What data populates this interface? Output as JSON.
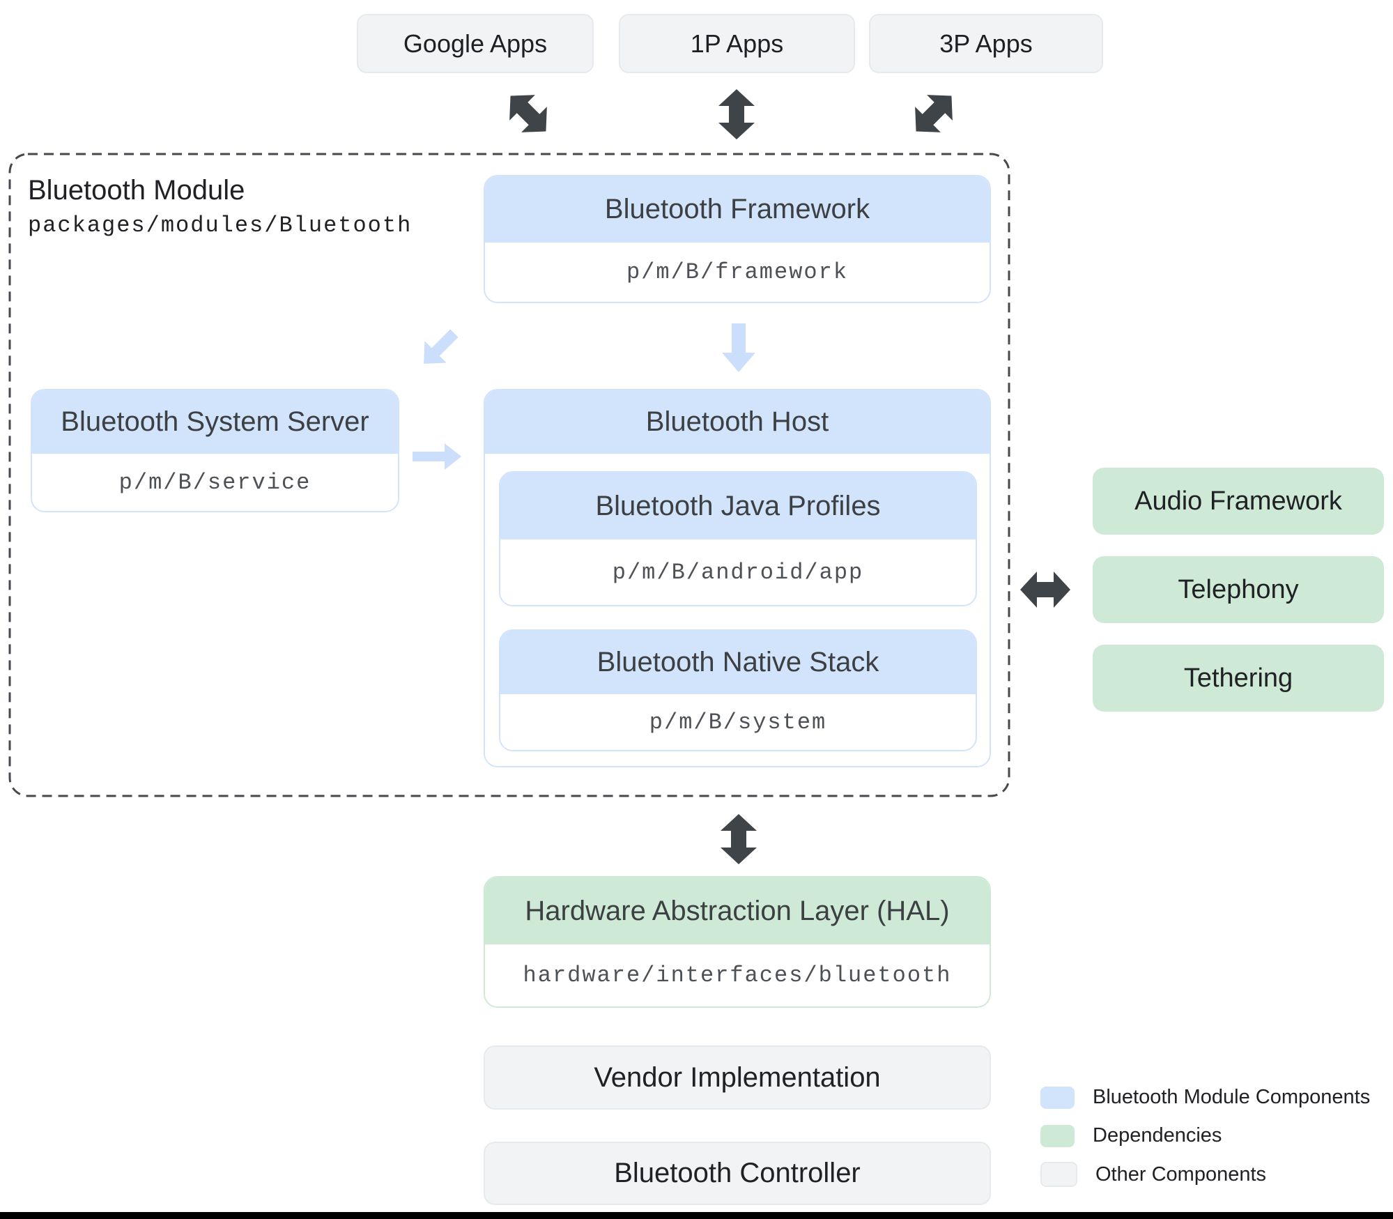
{
  "apps": {
    "items": [
      {
        "label": "Google Apps"
      },
      {
        "label": "1P Apps"
      },
      {
        "label": "3P Apps"
      }
    ]
  },
  "module": {
    "title": "Bluetooth Module",
    "path": "packages/modules/Bluetooth"
  },
  "framework": {
    "title": "Bluetooth Framework",
    "path": "p/m/B/framework"
  },
  "system_server": {
    "title": "Bluetooth System Server",
    "path": "p/m/B/service"
  },
  "host": {
    "title": "Bluetooth Host"
  },
  "java_profiles": {
    "title": "Bluetooth Java Profiles",
    "path": "p/m/B/android/app"
  },
  "native_stack": {
    "title": "Bluetooth Native Stack",
    "path": "p/m/B/system"
  },
  "dependencies": {
    "items": [
      {
        "label": "Audio Framework"
      },
      {
        "label": "Telephony"
      },
      {
        "label": "Tethering"
      }
    ]
  },
  "hal": {
    "title": "Hardware Abstraction Layer (HAL)",
    "path": "hardware/interfaces/bluetooth"
  },
  "other_components": {
    "vendor": "Vendor Implementation",
    "controller": "Bluetooth Controller"
  },
  "legend": {
    "items": [
      {
        "label": "Bluetooth Module Components",
        "color": "#d2e3fc"
      },
      {
        "label": "Dependencies",
        "color": "#ceead6"
      },
      {
        "label": "Other Components",
        "color": "#f2f3f5"
      }
    ]
  },
  "colors": {
    "module_fill": "#d2e3fc",
    "dependency_fill": "#ceead6",
    "other_fill": "#f2f3f5",
    "arrow_dark": "#3f4449",
    "arrow_light": "#cbdefb",
    "dashed_border": "#45494d"
  }
}
